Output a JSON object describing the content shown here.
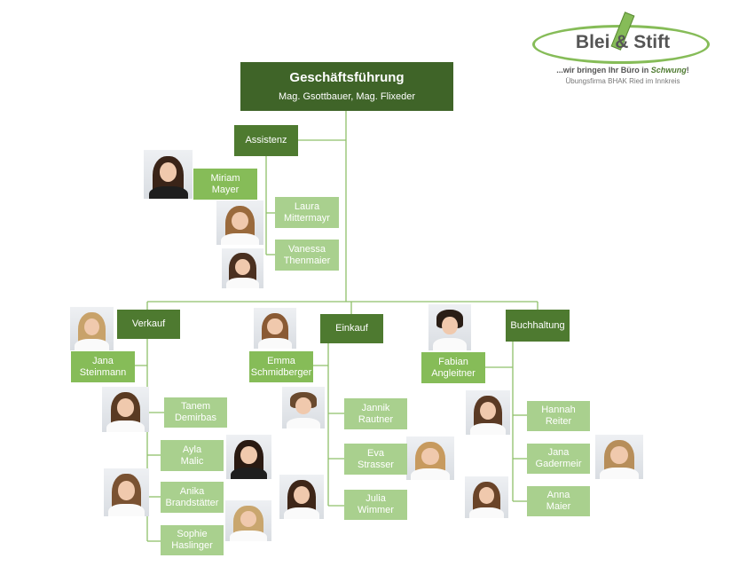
{
  "logo": {
    "name": "Blei & Stift",
    "tagline": "...wir bringen Ihr Büro in",
    "tagline_emphasis": "Schwung",
    "tagline_end": "!",
    "subtitle": "Übungsfirma BHAK Ried im Innkreis"
  },
  "management": {
    "title": "Geschäftsführung",
    "names": "Mag. Gsottbauer, Mag. Flixeder"
  },
  "departments": {
    "assistenz": {
      "label": "Assistenz",
      "members": [
        {
          "first": "Miriam",
          "last": "Mayer"
        },
        {
          "first": "Laura",
          "last": "Mittermayr"
        },
        {
          "first": "Vanessa",
          "last": "Thenmaier"
        }
      ]
    },
    "verkauf": {
      "label": "Verkauf",
      "members": [
        {
          "first": "Jana",
          "last": "Steinmann"
        },
        {
          "first": "Tanem",
          "last": "Demirbas"
        },
        {
          "first": "Ayla",
          "last": "Malic"
        },
        {
          "first": "Anika",
          "last": "Brandstätter"
        },
        {
          "first": "Sophie",
          "last": "Haslinger"
        }
      ]
    },
    "einkauf": {
      "label": "Einkauf",
      "members": [
        {
          "first": "Emma",
          "last": "Schmidberger"
        },
        {
          "first": "Jannik",
          "last": "Rautner"
        },
        {
          "first": "Eva",
          "last": "Strasser"
        },
        {
          "first": "Julia",
          "last": "Wimmer"
        }
      ]
    },
    "buchhaltung": {
      "label": "Buchhaltung",
      "members": [
        {
          "first": "Fabian",
          "last": "Angleitner"
        },
        {
          "first": "Hannah",
          "last": "Reiter"
        },
        {
          "first": "Jana",
          "last": "Gadermeir"
        },
        {
          "first": "Anna",
          "last": "Maier"
        }
      ]
    }
  },
  "colors": {
    "management": "#3f6428",
    "department": "#4e7a30",
    "lead": "#86bc58",
    "member": "#a9d08e",
    "connector": "#8fc06a"
  }
}
